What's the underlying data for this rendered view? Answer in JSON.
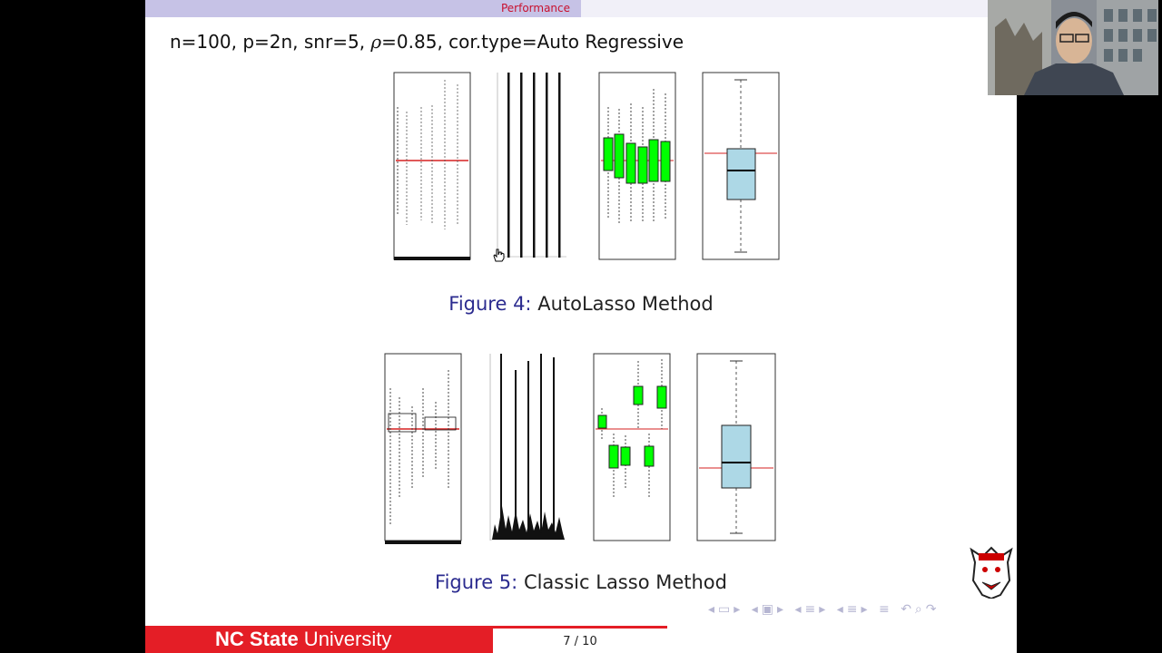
{
  "header": {
    "section_tab": "Performance"
  },
  "slide": {
    "headline_prefix": "n=100, p=2n, snr=5, ",
    "headline_rho": "ρ",
    "headline_suffix": "=0.85, cor.type=Auto Regressive"
  },
  "figure4": {
    "label": "Figure 4:",
    "title": "AutoLasso Method"
  },
  "figure5": {
    "label": "Figure 5:",
    "title": "Classic Lasso Method"
  },
  "footer": {
    "brand_bold": "NC State",
    "brand_rest": " University",
    "page": "7 / 10"
  },
  "nav_icons": [
    "arrow-left-icon",
    "frame-icon",
    "arrow-right-icon",
    "arrow-left-icon",
    "section-icon",
    "arrow-right-icon",
    "arrow-left-icon",
    "subsection-icon",
    "arrow-right-icon",
    "arrow-left-icon",
    "subsection-icon",
    "arrow-right-icon",
    "menu-icon",
    "undo-icon",
    "search-icon",
    "redo-icon"
  ],
  "colors": {
    "box_green": "#00ff00",
    "box_blue": "#add8e6",
    "ref_line": "#d62020",
    "footer_red": "#e41e26",
    "header_purple": "#c6c2e6"
  }
}
